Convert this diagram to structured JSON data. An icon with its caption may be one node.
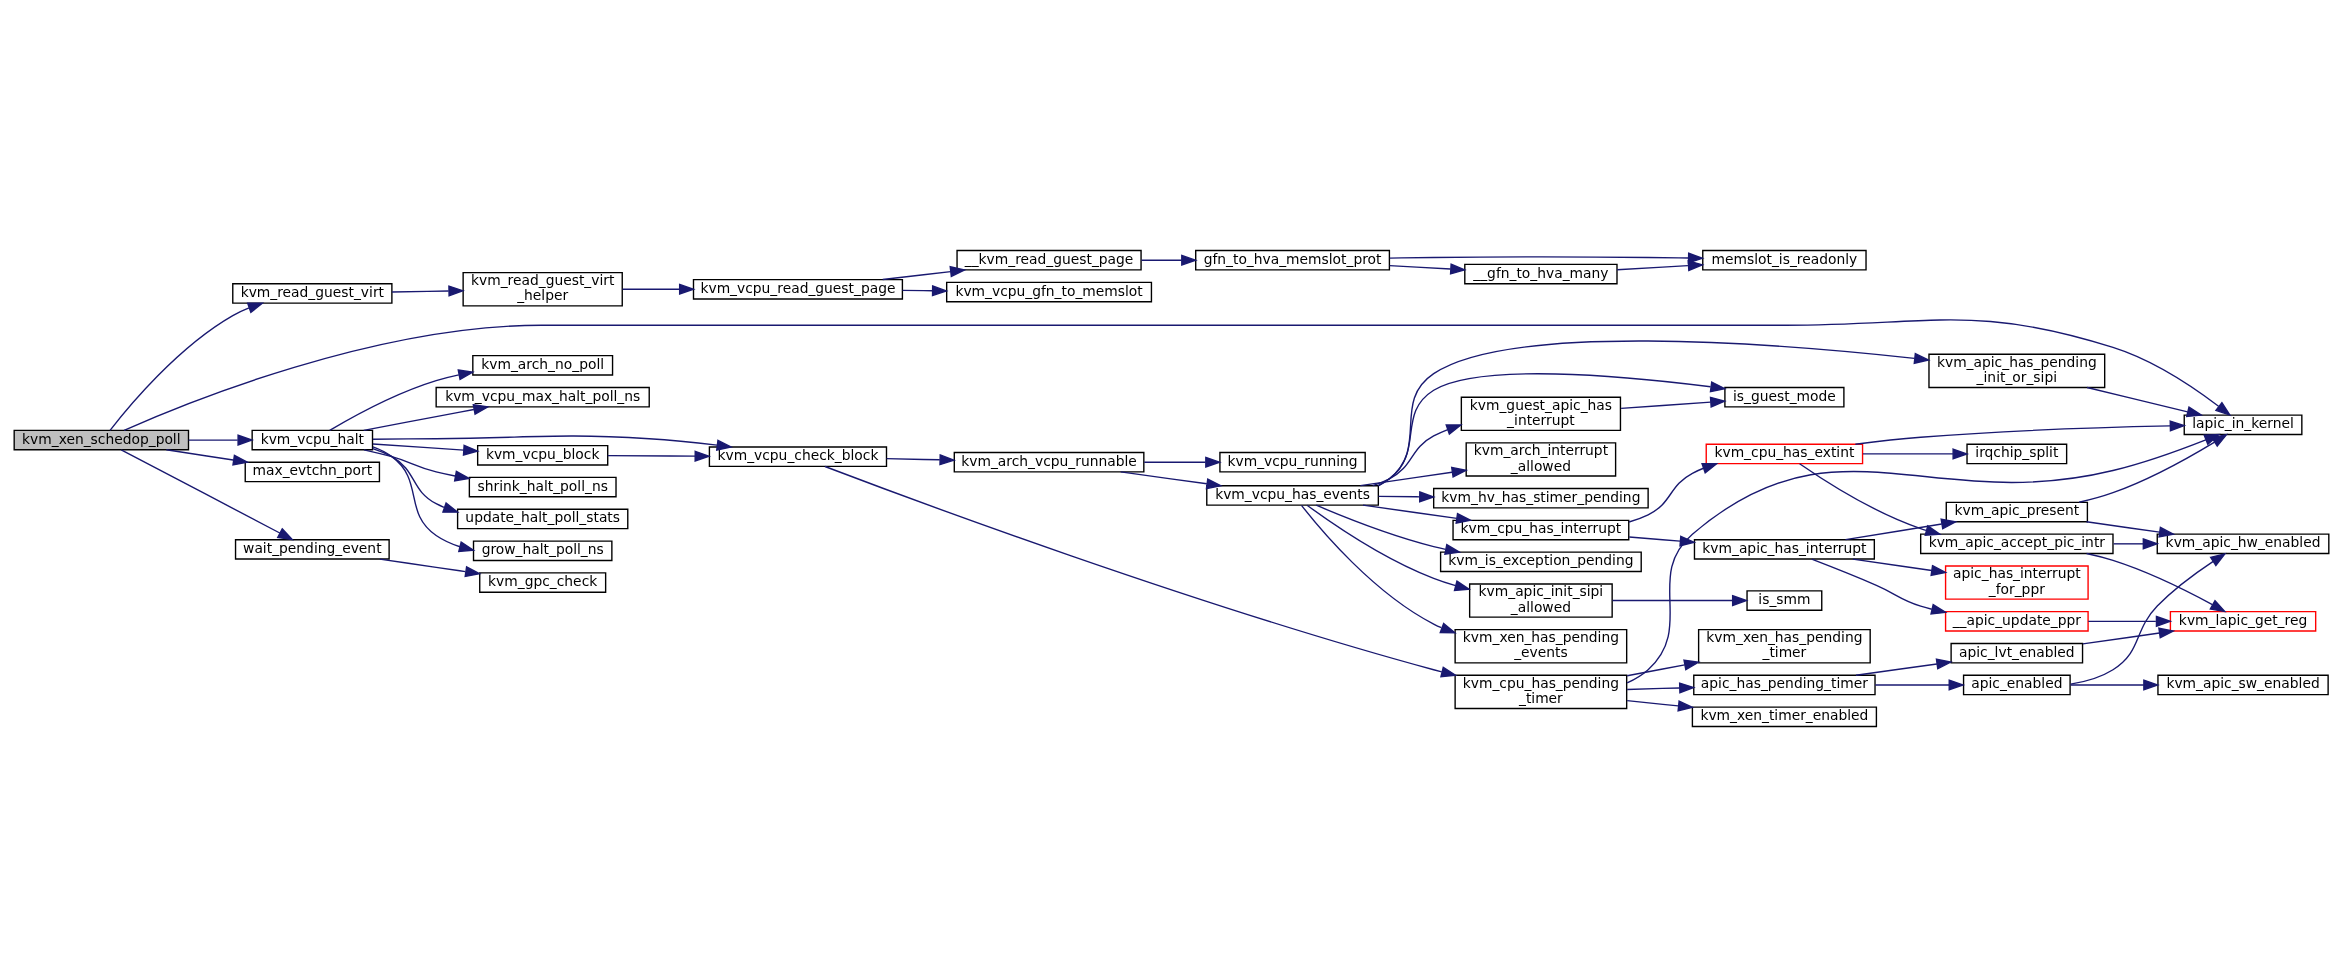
{
  "diagram": {
    "nodes": [
      {
        "text": [
          "kvm_xen_schedop_poll"
        ]
      },
      {
        "text": [
          "kvm_read_guest_virt"
        ]
      },
      {
        "text": [
          "kvm_vcpu_halt"
        ]
      },
      {
        "text": [
          "max_evtchn_port"
        ]
      },
      {
        "text": [
          "wait_pending_event"
        ]
      },
      {
        "text": [
          "kvm_read_guest_virt _helper"
        ]
      },
      {
        "text": [
          "kvm_vcpu_check_block"
        ]
      },
      {
        "text": [
          "update_halt_poll_stats"
        ]
      },
      {
        "text": [
          "grow_halt_poll_ns"
        ]
      },
      {
        "text": [
          "kvm_vcpu_block"
        ]
      },
      {
        "text": [
          "kvm_arch_no_poll"
        ]
      },
      {
        "text": [
          "kvm_vcpu_max_halt_poll_ns"
        ]
      },
      {
        "text": [
          "shrink_halt_poll_ns"
        ]
      },
      {
        "text": [
          "kvm_gpc_check"
        ]
      },
      {
        "text": [
          "kvm_vcpu_read_guest_page"
        ]
      },
      {
        "text": [
          "kvm_arch_vcpu_runnable"
        ]
      },
      {
        "text": [
          "kvm_vcpu_gfn_to_memslot"
        ]
      },
      {
        "text": [
          "__kvm_read_guest_page"
        ]
      },
      {
        "text": [
          "kvm_vcpu_running"
        ]
      },
      {
        "text": [
          "kvm_vcpu_has_events"
        ]
      },
      {
        "text": [
          "gfn_to_hva_memslot_prot"
        ]
      },
      {
        "text": [
          "kvm_cpu_has_pending _timer"
        ]
      },
      {
        "text": [
          "kvm_cpu_has_interrupt"
        ]
      },
      {
        "text": [
          "kvm_is_exception_pending"
        ]
      },
      {
        "text": [
          "kvm_apic_init_sipi _allowed"
        ]
      },
      {
        "text": [
          "kvm_xen_has_pending _events"
        ]
      },
      {
        "text": [
          "kvm_guest_apic_has _interrupt"
        ]
      },
      {
        "text": [
          "kvm_arch_interrupt _allowed"
        ]
      },
      {
        "text": [
          "kvm_hv_has_stimer_pending"
        ]
      },
      {
        "text": [
          "memslot_is_readonly"
        ]
      },
      {
        "text": [
          "__gfn_to_hva_many"
        ]
      },
      {
        "text": [
          "apic_has_pending_timer"
        ]
      },
      {
        "text": [
          "kvm_xen_timer_enabled"
        ]
      },
      {
        "text": [
          "kvm_xen_has_pending _timer"
        ]
      },
      {
        "text": [
          "kvm_apic_has_interrupt"
        ]
      },
      {
        "text": [
          "kvm_cpu_has_extint"
        ]
      },
      {
        "text": [
          "is_smm"
        ]
      },
      {
        "text": [
          "is_guest_mode"
        ]
      },
      {
        "text": [
          "apic_enabled"
        ]
      },
      {
        "text": [
          "apic_lvt_enabled"
        ]
      },
      {
        "text": [
          "__apic_update_ppr"
        ]
      },
      {
        "text": [
          "kvm_apic_accept_pic_intr"
        ]
      },
      {
        "text": [
          "kvm_apic_present"
        ]
      },
      {
        "text": [
          "apic_has_interrupt _for_ppr"
        ]
      },
      {
        "text": [
          "irqchip_split"
        ]
      },
      {
        "text": [
          "kvm_apic_has_pending _init_or_sipi"
        ]
      },
      {
        "text": [
          "kvm_apic_sw_enabled"
        ]
      },
      {
        "text": [
          "kvm_lapic_get_reg"
        ]
      },
      {
        "text": [
          "kvm_apic_hw_enabled"
        ]
      },
      {
        "text": [
          "lapic_in_kernel"
        ]
      }
    ],
    "edges": [
      {
        "from": 0,
        "to": 1,
        "arrow": "to"
      },
      {
        "from": 0,
        "to": 2,
        "arrow": "to"
      },
      {
        "from": 0,
        "to": 3,
        "arrow": "to"
      },
      {
        "from": 0,
        "to": 4,
        "arrow": "to"
      },
      {
        "from": 0,
        "to": 49,
        "arrow": "to"
      },
      {
        "from": 1,
        "to": 5,
        "arrow": "to"
      },
      {
        "from": 5,
        "to": 14,
        "arrow": "to"
      },
      {
        "from": 14,
        "to": 16,
        "arrow": "to"
      },
      {
        "from": 14,
        "to": 17,
        "arrow": "to"
      },
      {
        "from": 17,
        "to": 20,
        "arrow": "to"
      },
      {
        "from": 20,
        "to": 29,
        "arrow": "to"
      },
      {
        "from": 20,
        "to": 30,
        "arrow": "to"
      },
      {
        "from": 30,
        "to": 29,
        "arrow": "to"
      },
      {
        "from": 2,
        "to": 6,
        "arrow": "to"
      },
      {
        "from": 2,
        "to": 7,
        "arrow": "to"
      },
      {
        "from": 2,
        "to": 8,
        "arrow": "to"
      },
      {
        "from": 2,
        "to": 9,
        "arrow": "to"
      },
      {
        "from": 2,
        "to": 10,
        "arrow": "to"
      },
      {
        "from": 2,
        "to": 11,
        "arrow": "to"
      },
      {
        "from": 2,
        "to": 12,
        "arrow": "to"
      },
      {
        "from": 9,
        "to": 6,
        "arrow": "to"
      },
      {
        "from": 4,
        "to": 13,
        "arrow": "to"
      },
      {
        "from": 6,
        "to": 15,
        "arrow": "to"
      },
      {
        "from": 6,
        "to": 21,
        "arrow": "to"
      },
      {
        "from": 15,
        "to": 18,
        "arrow": "to"
      },
      {
        "from": 15,
        "to": 19,
        "arrow": "to"
      },
      {
        "from": 21,
        "to": 31,
        "arrow": "to"
      },
      {
        "from": 21,
        "to": 32,
        "arrow": "to"
      },
      {
        "from": 21,
        "to": 33,
        "arrow": "to"
      },
      {
        "from": 21,
        "to": 49,
        "arrow": "to"
      },
      {
        "from": 31,
        "to": 38,
        "arrow": "to"
      },
      {
        "from": 31,
        "to": 39,
        "arrow": "to"
      },
      {
        "from": 38,
        "to": 46,
        "arrow": "to"
      },
      {
        "from": 38,
        "to": 48,
        "arrow": "to"
      },
      {
        "from": 39,
        "to": 47,
        "arrow": "to"
      },
      {
        "from": 40,
        "to": 47,
        "arrow": "to"
      },
      {
        "from": 41,
        "to": 47,
        "arrow": "to"
      },
      {
        "from": 41,
        "to": 48,
        "arrow": "to"
      },
      {
        "from": 42,
        "to": 48,
        "arrow": "to"
      },
      {
        "from": 42,
        "to": 49,
        "arrow": "to"
      },
      {
        "from": 19,
        "to": 22,
        "arrow": "to"
      },
      {
        "from": 19,
        "to": 23,
        "arrow": "to"
      },
      {
        "from": 19,
        "to": 45,
        "arrow": "to"
      },
      {
        "from": 19,
        "to": 24,
        "arrow": "to"
      },
      {
        "from": 19,
        "to": 37,
        "arrow": "to"
      },
      {
        "from": 19,
        "to": 25,
        "arrow": "to"
      },
      {
        "from": 19,
        "to": 26,
        "arrow": "to"
      },
      {
        "from": 19,
        "to": 27,
        "arrow": "to"
      },
      {
        "from": 19,
        "to": 28,
        "arrow": "to"
      },
      {
        "from": 22,
        "to": 34,
        "arrow": "to"
      },
      {
        "from": 22,
        "to": 35,
        "arrow": "to"
      },
      {
        "from": 34,
        "to": 40,
        "arrow": "to"
      },
      {
        "from": 34,
        "to": 42,
        "arrow": "to"
      },
      {
        "from": 34,
        "to": 43,
        "arrow": "to"
      },
      {
        "from": 35,
        "to": 41,
        "arrow": "to"
      },
      {
        "from": 35,
        "to": 49,
        "arrow": "to"
      },
      {
        "from": 35,
        "to": 44,
        "arrow": "to"
      },
      {
        "from": 24,
        "to": 36,
        "arrow": "to"
      },
      {
        "from": 26,
        "to": 37,
        "arrow": "to"
      },
      {
        "from": 45,
        "to": 49,
        "arrow": "to"
      }
    ]
  }
}
